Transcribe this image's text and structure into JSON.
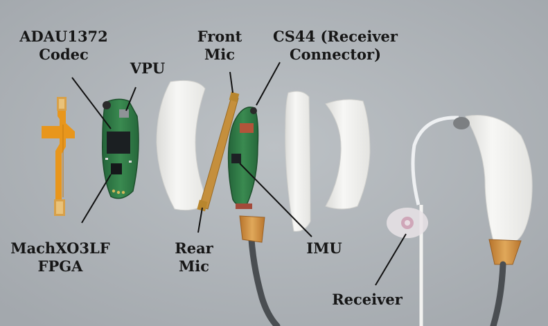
{
  "labels": {
    "codec": {
      "line1": "ADAU1372",
      "line2": "Codec"
    },
    "vpu": "VPU",
    "front_mic": {
      "line1": "Front",
      "line2": "Mic"
    },
    "receiver_connector": {
      "line1": "CS44 (Receiver",
      "line2": "Connector)"
    },
    "fpga": {
      "line1": "MachXO3LF",
      "line2": "FPGA"
    },
    "rear_mic": {
      "line1": "Rear",
      "line2": "Mic"
    },
    "imu": "IMU",
    "receiver": "Receiver"
  },
  "colors": {
    "background": "#aeb3b8",
    "flex_pcb": "#e8961c",
    "pcb_green": "#2f7b44",
    "shell_white": "#f3f3f0",
    "cable_gray": "#4a4e52",
    "amber_strain_relief": "#c98a3c",
    "label_text": "#161616"
  }
}
